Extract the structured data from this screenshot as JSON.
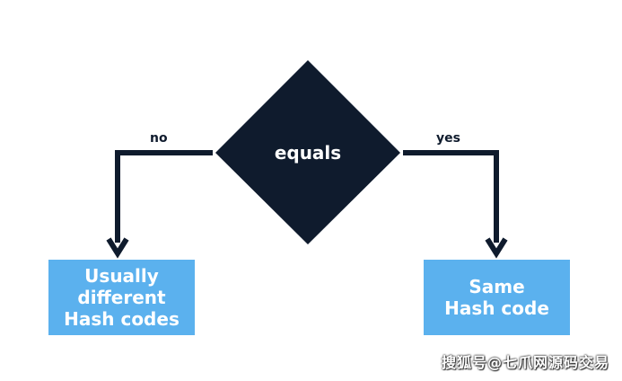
{
  "diagram": {
    "decision": "equals",
    "branch_no": "no",
    "branch_yes": "yes",
    "result_no": "Usually\ndifferent\nHash codes",
    "result_yes": "Same\nHash code"
  },
  "watermark": "搜狐号@七爪网源码交易",
  "colors": {
    "diamond": "#0f1b2d",
    "connector": "#0f1b2d",
    "box": "#5bb1ee",
    "box_text": "#ffffff"
  }
}
